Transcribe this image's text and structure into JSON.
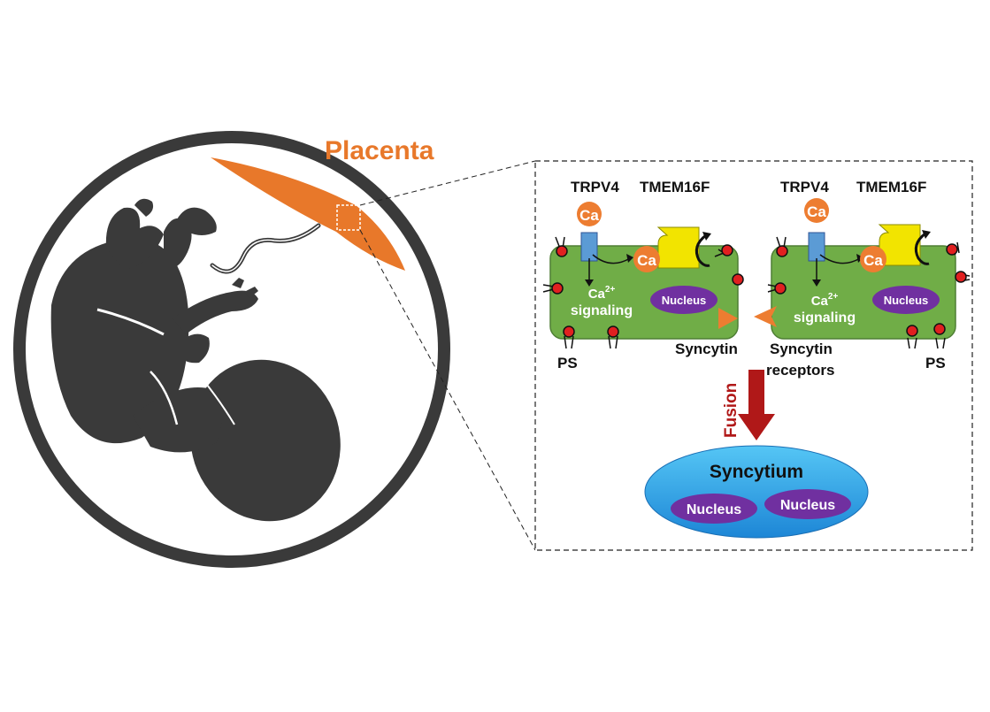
{
  "colors": {
    "placenta": "#E8782A",
    "cell_body": "#70AD47",
    "cell_border": "#4F7F35",
    "nucleus": "#7030A0",
    "channel": "#5B9BD5",
    "scramblase": "#F2E400",
    "calcium": "#ED7D31",
    "ps_head": "#E02020",
    "syncytium": "#2E9FE0",
    "fusion_arrow": "#B01818",
    "silhouette": "#3a3a3a"
  },
  "labels": {
    "placenta": "Placenta",
    "fusion": "Fusion",
    "syncytium": "Syncytium",
    "syncytin": "Syncytin",
    "syncytin_receptors_line1": "Syncytin",
    "syncytin_receptors_line2": "receptors"
  },
  "left_cell": {
    "channel": "TRPV4",
    "scramblase": "TMEM16F",
    "ca_outside": "Ca",
    "ca_inside": "Ca",
    "ca_signal": "Ca",
    "ca_charge": "2+",
    "signaling": "signaling",
    "nucleus": "Nucleus",
    "ps": "PS"
  },
  "right_cell": {
    "channel": "TRPV4",
    "scramblase": "TMEM16F",
    "ca_outside": "Ca",
    "ca_inside": "Ca",
    "ca_signal": "Ca",
    "ca_charge": "2+",
    "signaling": "signaling",
    "nucleus": "Nucleus",
    "ps": "PS"
  },
  "syncytium_nuclei": [
    "Nucleus",
    "Nucleus"
  ]
}
